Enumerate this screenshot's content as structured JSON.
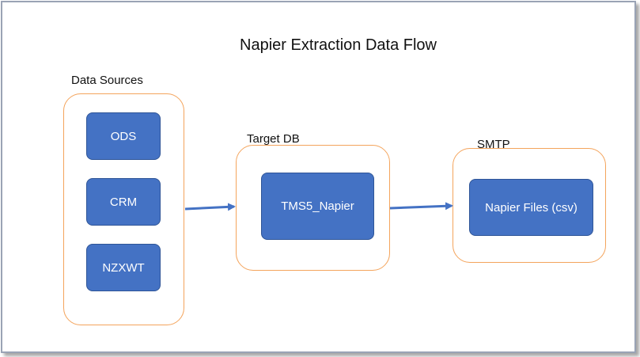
{
  "title": "Napier Extraction Data Flow",
  "groups": {
    "sources": {
      "label": "Data Sources",
      "items": [
        "ODS",
        "CRM",
        "NZXWT"
      ]
    },
    "target": {
      "label": "Target DB",
      "node": "TMS5_Napier"
    },
    "smtp": {
      "label": "SMTP",
      "node": "Napier Files (csv)"
    }
  },
  "colors": {
    "node_fill": "#4472c4",
    "container_border": "#f4a45c",
    "arrow": "#4472c4"
  }
}
